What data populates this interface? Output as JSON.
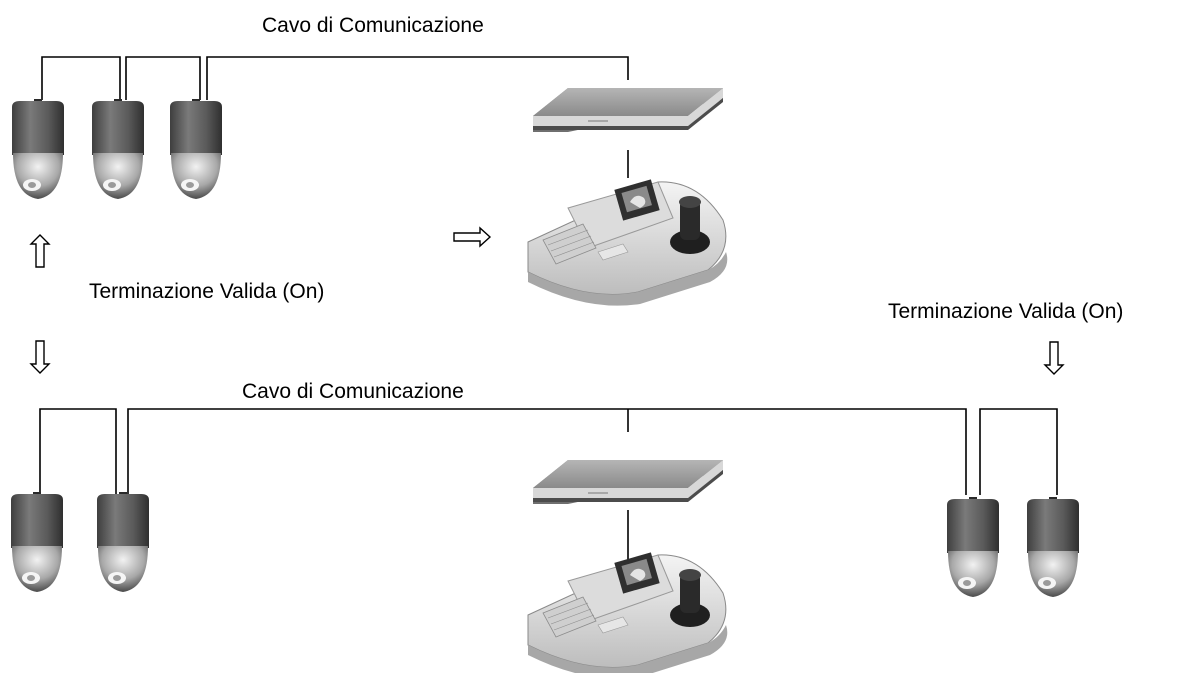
{
  "top_diagram": {
    "cable_label": "Cavo di Comunicazione"
  },
  "bottom_diagram": {
    "cable_label": "Cavo di Comunicazione"
  },
  "termination_left": "Terminazione Valida (On)",
  "termination_right": "Terminazione Valida (On)",
  "icons": {
    "camera": "dome-camera-icon",
    "recorder": "dvr-unit-icon",
    "controller": "keyboard-controller-icon",
    "arrow_up": "hollow-arrow-up-icon",
    "arrow_down": "hollow-arrow-down-icon",
    "arrow_right": "hollow-arrow-right-icon"
  },
  "colors": {
    "camera_body": "#5f5f5f",
    "camera_dome": "#cfcfcf",
    "device_top": "#9a9a9a",
    "line": "#000000"
  }
}
